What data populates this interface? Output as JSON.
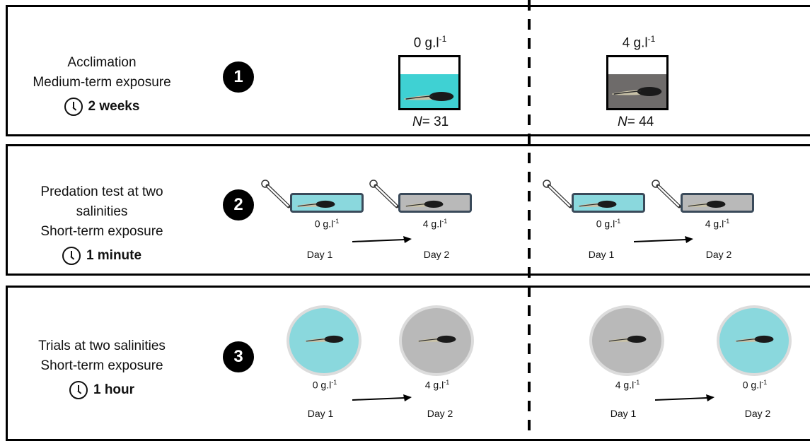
{
  "stages": [
    {
      "number": "1",
      "desc_lines": [
        "Acclimation",
        "Medium-term exposure"
      ],
      "duration": "2 weeks",
      "tanks": [
        {
          "salinity": "0 g.l",
          "exp": "-1",
          "n_label": "N",
          "n_value": "= 31",
          "color": "#3fd1d3"
        },
        {
          "salinity": "4 g.l",
          "exp": "-1",
          "n_label": "N",
          "n_value": "= 44",
          "color": "#6e6b6a"
        }
      ]
    },
    {
      "number": "2",
      "desc_lines": [
        "Predation test at two",
        "salinities",
        "Short-term exposure"
      ],
      "duration": "1 minute",
      "groups": [
        {
          "items": [
            {
              "salinity": "0 g.l",
              "exp": "-1",
              "day": "Day 1"
            },
            {
              "salinity": "4 g.l",
              "exp": "-1",
              "day": "Day 2"
            }
          ]
        },
        {
          "items": [
            {
              "salinity": "0 g.l",
              "exp": "-1",
              "day": "Day 1"
            },
            {
              "salinity": "4 g.l",
              "exp": "-1",
              "day": "Day 2"
            }
          ]
        }
      ]
    },
    {
      "number": "3",
      "desc_lines": [
        "Trials at two salinities",
        "Short-term exposure"
      ],
      "duration": "1 hour",
      "groups": [
        {
          "items": [
            {
              "salinity": "0 g.l",
              "exp": "-1",
              "day": "Day 1"
            },
            {
              "salinity": "4 g.l",
              "exp": "-1",
              "day": "Day 2"
            }
          ]
        },
        {
          "items": [
            {
              "salinity": "4 g.l",
              "exp": "-1",
              "day": "Day 1"
            },
            {
              "salinity": "0 g.l",
              "exp": "-1",
              "day": "Day 2"
            }
          ]
        }
      ]
    }
  ],
  "colors": {
    "fresh": "#8ad8dd",
    "saline": "#b9b9b9",
    "border": "#3a4a5a"
  }
}
